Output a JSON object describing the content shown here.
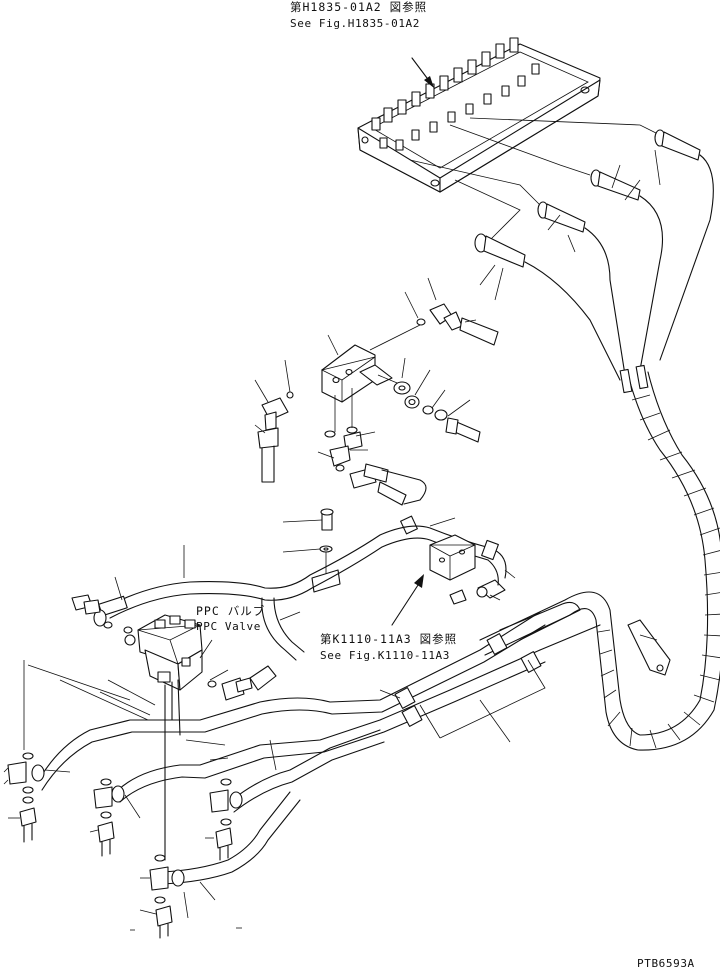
{
  "references": {
    "top_jp": "第H1835-01A2 図参照",
    "top_en": "See Fig.H1835-01A2",
    "mid_jp": "第K1110-11A3 図参照",
    "mid_en": "See Fig.K1110-11A3"
  },
  "ppc_valve": {
    "jp": "PPC バルブ",
    "en": "PPC Valve"
  },
  "drawing_code": "PTB6593A"
}
